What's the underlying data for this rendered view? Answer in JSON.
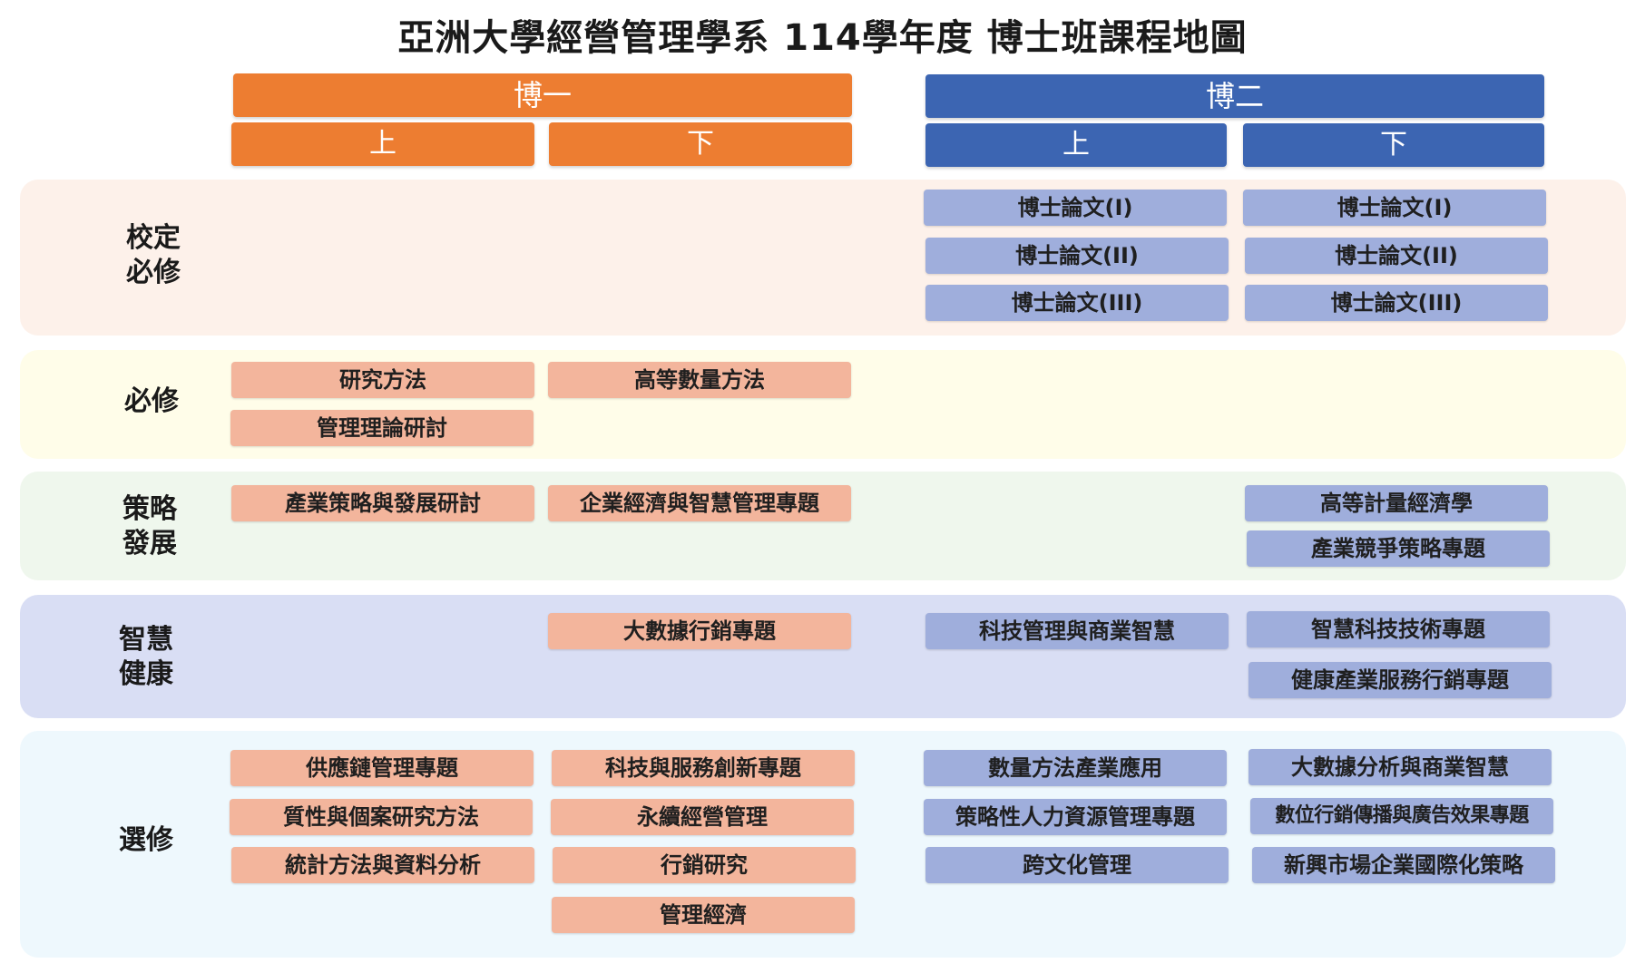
{
  "title": "亞洲大學經營管理學系 114學年度 博士班課程地圖",
  "years": [
    {
      "label": "博一",
      "color": "#ED7D31",
      "semesters": [
        "上",
        "下"
      ]
    },
    {
      "label": "博二",
      "color": "#3C65B2",
      "semesters": [
        "上",
        "下"
      ]
    }
  ],
  "categories": [
    {
      "label": "校定\n必修",
      "background": "#FDF1EA"
    },
    {
      "label": "必修",
      "background": "#FFFDE9"
    },
    {
      "label": "策略\n發展",
      "background": "#EFF7ED"
    },
    {
      "label": "智慧\n健康",
      "background": "#D9DEF4"
    },
    {
      "label": "選修",
      "background": "#EEF8FD"
    }
  ],
  "courses": {
    "school_required": {
      "y2_fall": [
        "博士論文(I)",
        "博士論文(II)",
        "博士論文(III)"
      ],
      "y2_spring": [
        "博士論文(I)",
        "博士論文(II)",
        "博士論文(III)"
      ]
    },
    "required": {
      "y1_fall": [
        "研究方法",
        "管理理論研討"
      ],
      "y1_spring": [
        "高等數量方法"
      ]
    },
    "strategy": {
      "y1_fall": [
        "產業策略與發展研討"
      ],
      "y1_spring": [
        "企業經濟與智慧管理專題"
      ],
      "y2_spring": [
        "高等計量經濟學",
        "產業競爭策略專題"
      ]
    },
    "smart_health": {
      "y1_spring": [
        "大數據行銷專題"
      ],
      "y2_fall": [
        "科技管理與商業智慧"
      ],
      "y2_spring": [
        "智慧科技技術專題",
        "健康產業服務行銷專題"
      ]
    },
    "elective": {
      "y1_fall": [
        "供應鏈管理專題",
        "質性與個案研究方法",
        "統計方法與資料分析"
      ],
      "y1_spring": [
        "科技與服務創新專題",
        "永續經營管理",
        "行銷研究",
        "管理經濟"
      ],
      "y2_fall": [
        "數量方法產業應用",
        "策略性人力資源管理專題",
        "跨文化管理"
      ],
      "y2_spring": [
        "大數據分析與商業智慧",
        "數位行銷傳播與廣告效果專題",
        "新興市場企業國際化策略"
      ]
    }
  },
  "colors": {
    "year1_course": "#F3B59C",
    "year2_course": "#9FAEDC"
  }
}
